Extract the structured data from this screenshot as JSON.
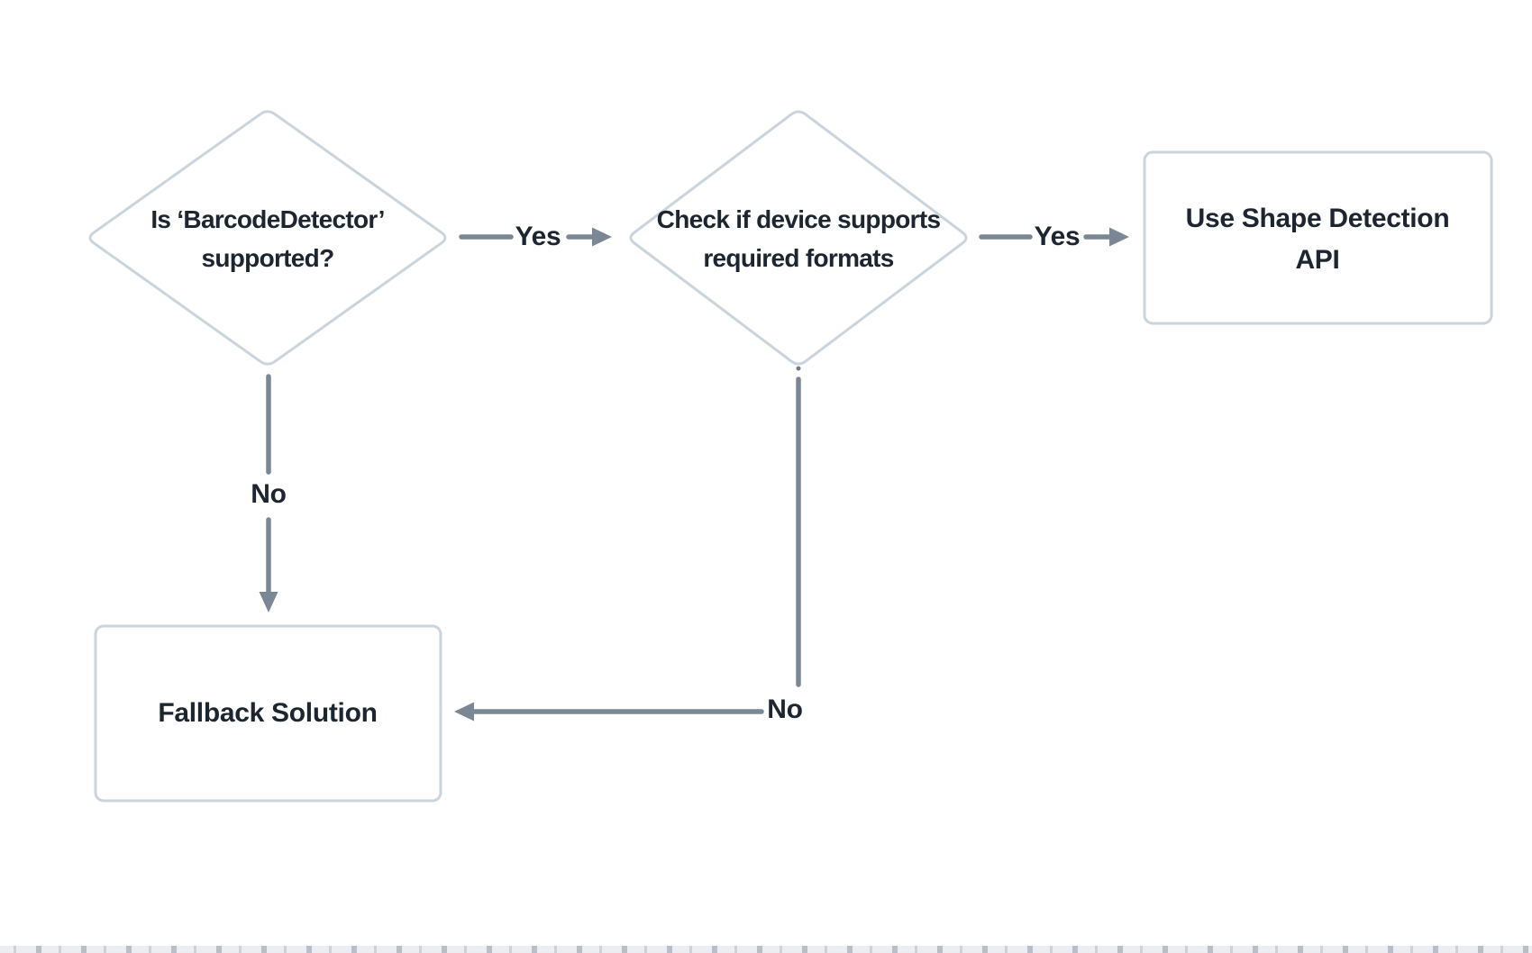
{
  "flowchart": {
    "decision_barcode": {
      "line1": "Is ‘BarcodeDetector’",
      "line2": "supported?"
    },
    "decision_formats": {
      "line1": "Check if device supports",
      "line2": "required formats"
    },
    "process_shape_api": {
      "line1": "Use Shape Detection",
      "line2": "API"
    },
    "process_fallback": {
      "label": "Fallback Solution"
    },
    "edge_yes_to_formats": {
      "label": "Yes"
    },
    "edge_yes_to_api": {
      "label": "Yes"
    },
    "edge_no_to_fallback": {
      "label": "No"
    },
    "edge_no_bottom_to_fallback": {
      "label": "No"
    },
    "colors": {
      "node_border": "#cbd4dd",
      "node_fill": "#ffffff",
      "arrow": "#7b8794",
      "label_text": "#1c2530",
      "ruler_band": "#ebedf1",
      "ruler_tick": "#b9bfc9"
    }
  }
}
